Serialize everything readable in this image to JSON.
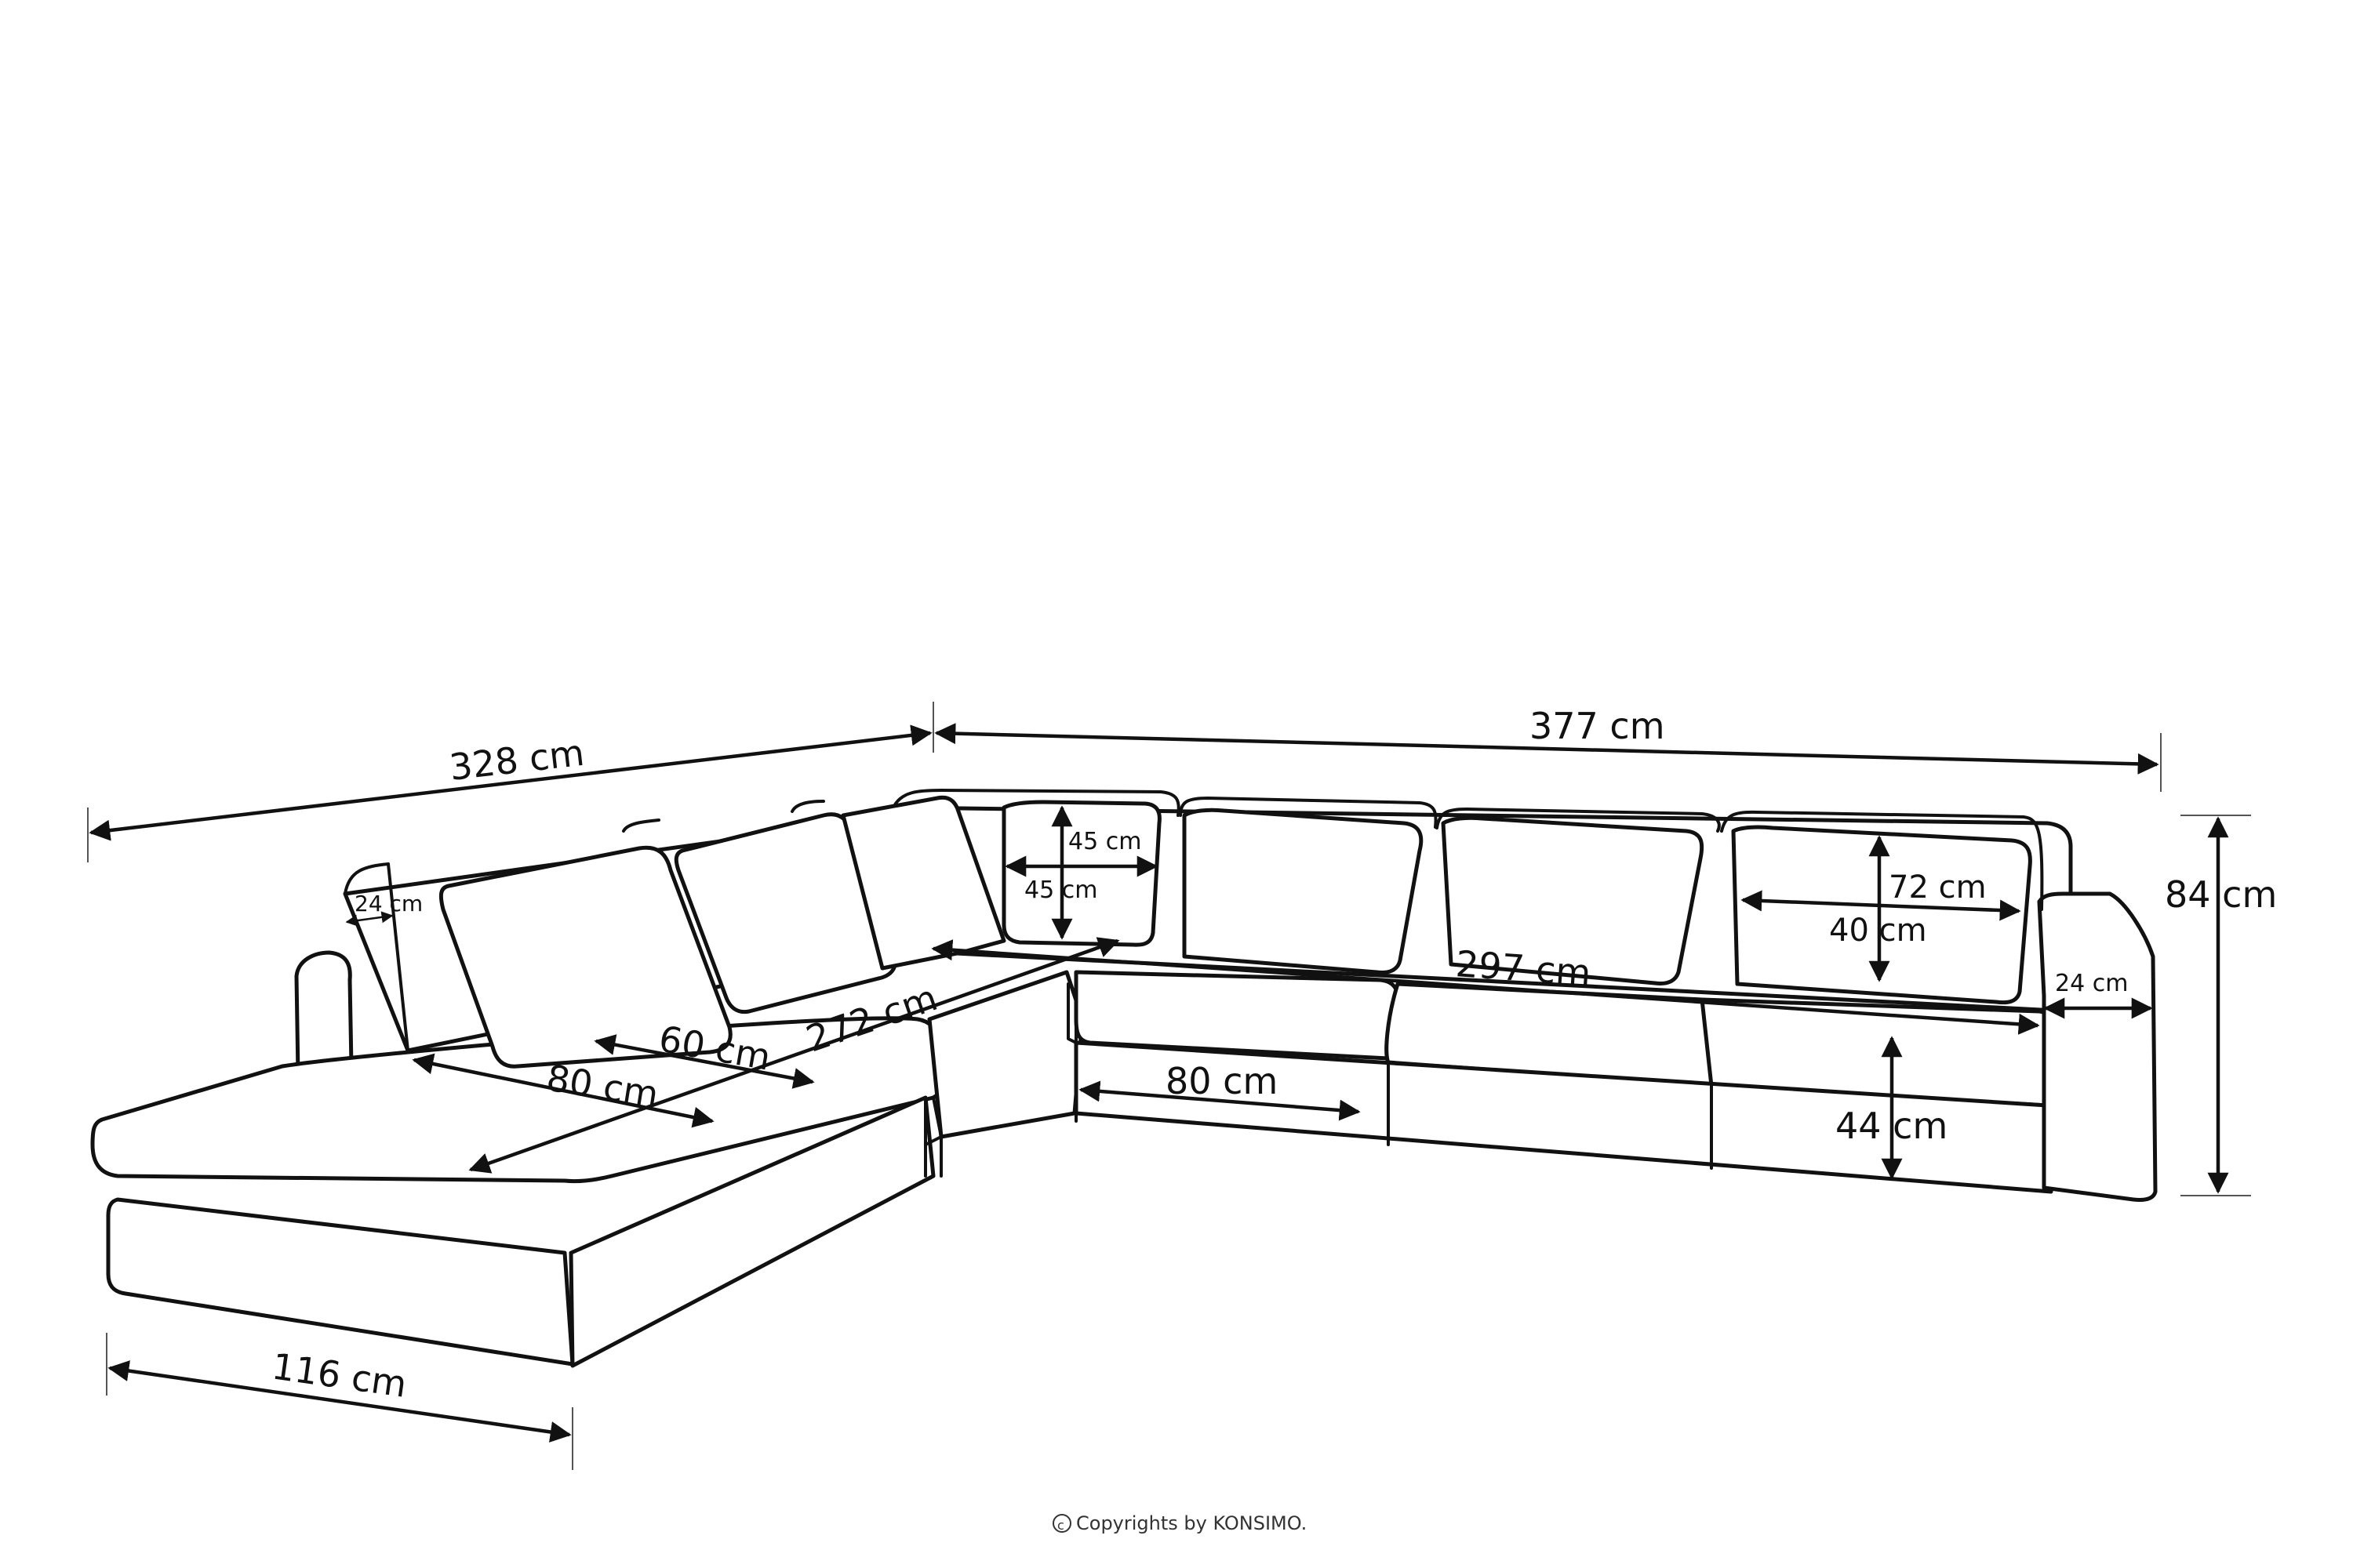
{
  "dimensions": {
    "left_length": "328 cm",
    "right_length": "377 cm",
    "height": "84 cm",
    "chaise_width": "116 cm",
    "inner_left_length": "272 cm",
    "inner_right_length": "297 cm",
    "seat_depth_left": "80 cm",
    "seat_depth_right": "80 cm",
    "backrest_depth": "60 cm",
    "armrest_left": "24 cm",
    "armrest_right": "24 cm",
    "seat_height": "44 cm",
    "cushion_large_width": "72 cm",
    "cushion_large_height": "40 cm",
    "cushion_small_width": "45 cm",
    "cushion_small_height": "45 cm"
  },
  "copyright": "Copyrights by KONSIMO.",
  "colors": {
    "line": "#111111",
    "background": "#ffffff"
  }
}
